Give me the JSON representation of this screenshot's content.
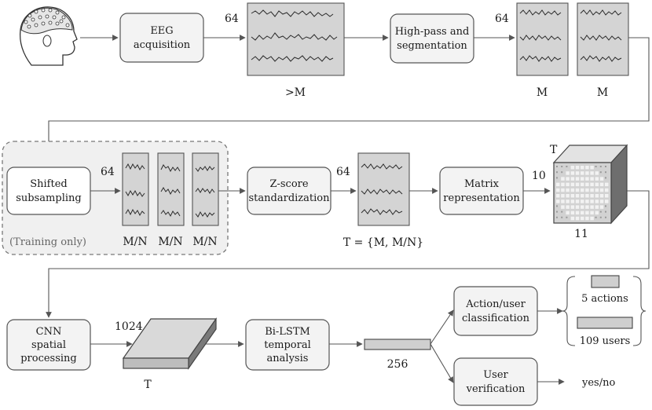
{
  "boxes": {
    "eeg": [
      "EEG",
      "acquisition"
    ],
    "highpass": [
      "High-pass and",
      "segmentation"
    ],
    "shifted": [
      "Shifted",
      "subsampling"
    ],
    "zscore": [
      "Z-score",
      "standardization"
    ],
    "matrix": [
      "Matrix",
      "representation"
    ],
    "cnn": [
      "CNN",
      "spatial",
      "processing"
    ],
    "bilstm": [
      "Bi-LSTM",
      "temporal",
      "analysis"
    ],
    "action": [
      "Action/user",
      "classification"
    ],
    "verify": [
      "User",
      "verification"
    ]
  },
  "training_label": "(Training only)",
  "labels": {
    "c64_1": "64",
    "gtM": ">M",
    "c64_2": "64",
    "M1": "M",
    "M2": "M",
    "c64_3": "64",
    "MN1": "M/N",
    "MN2": "M/N",
    "MN3": "M/N",
    "c64_4": "64",
    "T_set": "T = {M, M/N}",
    "cube_T": "T",
    "cube_10": "10",
    "cube_11": "11",
    "n1024": "1024",
    "slab_T": "T",
    "n256": "256",
    "actions5": "5 actions",
    "users109": "109 users",
    "yesno": "yes/no"
  },
  "colors": {
    "box_fill": "#f3f3f3",
    "signal_fill": "#d4d4d4",
    "stroke": "#555555"
  }
}
